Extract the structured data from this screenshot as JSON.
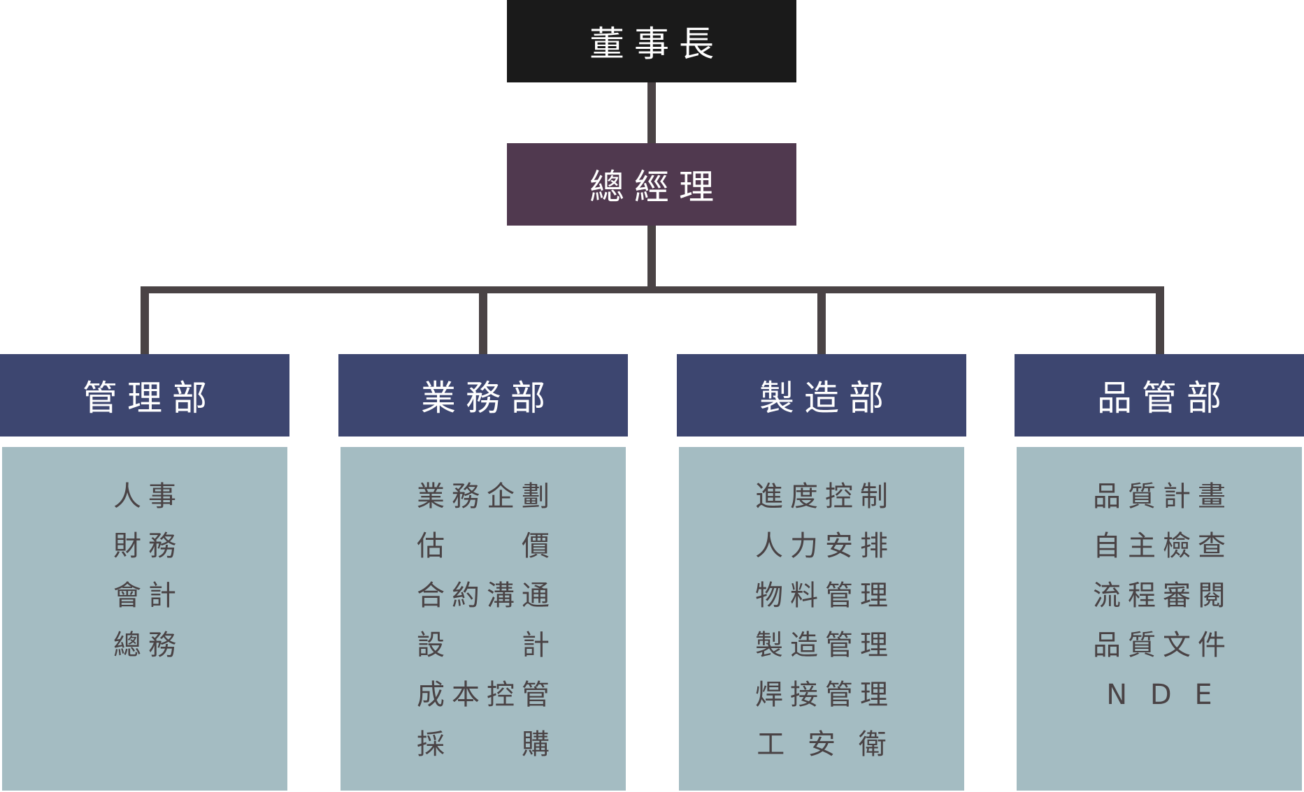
{
  "chairman": "董事長",
  "general_manager": "總經理",
  "departments": [
    {
      "name": "管理部",
      "duties": [
        "人事",
        "財務",
        "會計",
        "總務"
      ]
    },
    {
      "name": "業務部",
      "duties": [
        "業務企劃",
        "估　　價",
        "合約溝通",
        "設　　計",
        "成本控管",
        "採　　購"
      ]
    },
    {
      "name": "製造部",
      "duties": [
        "進度控制",
        "人力安排",
        "物料管理",
        "製造管理",
        "焊接管理",
        "工 安 衛"
      ]
    },
    {
      "name": "品管部",
      "duties": [
        "品質計畫",
        "自主檢查",
        "流程審閱",
        "品質文件",
        "N D E"
      ]
    }
  ]
}
